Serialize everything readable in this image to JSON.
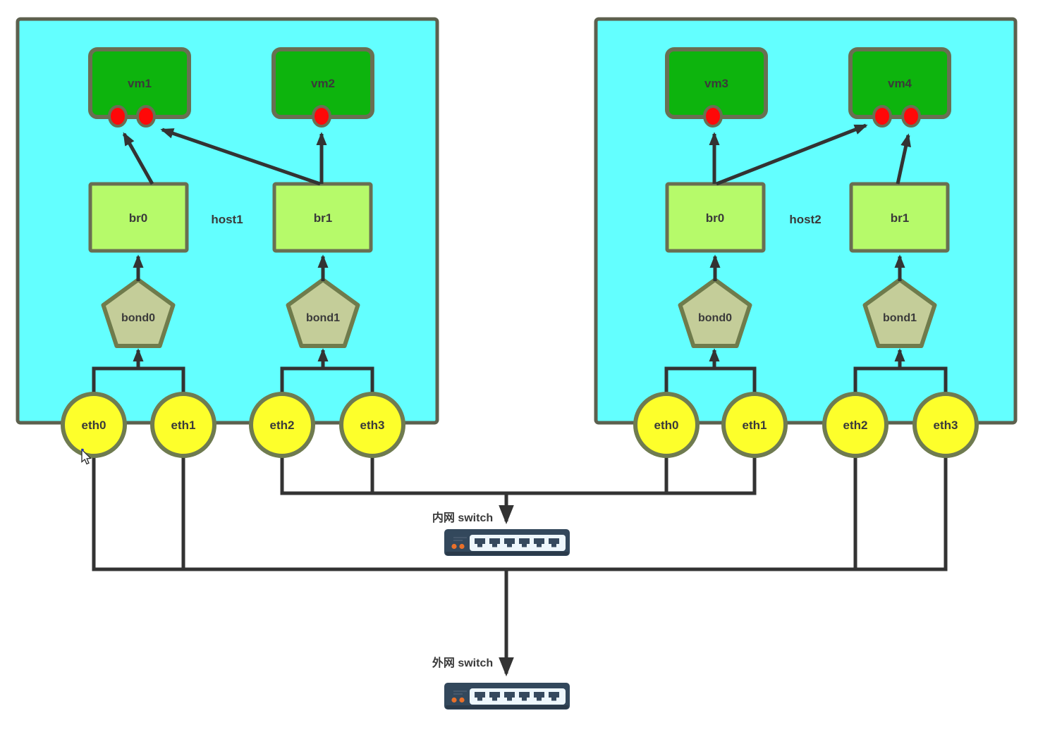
{
  "diagram": {
    "hosts": [
      {
        "label": "host1",
        "vms": [
          {
            "label": "vm1"
          },
          {
            "label": "vm2"
          }
        ],
        "bridges": [
          {
            "label": "br0"
          },
          {
            "label": "br1"
          }
        ],
        "bonds": [
          {
            "label": "bond0"
          },
          {
            "label": "bond1"
          }
        ],
        "nics": [
          {
            "label": "eth0"
          },
          {
            "label": "eth1"
          },
          {
            "label": "eth2"
          },
          {
            "label": "eth3"
          }
        ]
      },
      {
        "label": "host2",
        "vms": [
          {
            "label": "vm3"
          },
          {
            "label": "vm4"
          }
        ],
        "bridges": [
          {
            "label": "br0"
          },
          {
            "label": "br1"
          }
        ],
        "bonds": [
          {
            "label": "bond0"
          },
          {
            "label": "bond1"
          }
        ],
        "nics": [
          {
            "label": "eth0"
          },
          {
            "label": "eth1"
          },
          {
            "label": "eth2"
          },
          {
            "label": "eth3"
          }
        ]
      }
    ],
    "switches": [
      {
        "label": "内网 switch"
      },
      {
        "label": "外网 switch"
      }
    ],
    "colors": {
      "host_fill": "#63FFFF",
      "vm_fill": "#0DB40D",
      "bridge_fill": "#B6FA6A",
      "bond_fill": "#C4CD99",
      "nic_fill": "#FDFF2B",
      "port_dot": "#FF0808",
      "wire": "#333333",
      "switch_body": "#33485C",
      "switch_led": "#E8702A",
      "label_text": "#3A3A3A"
    }
  }
}
